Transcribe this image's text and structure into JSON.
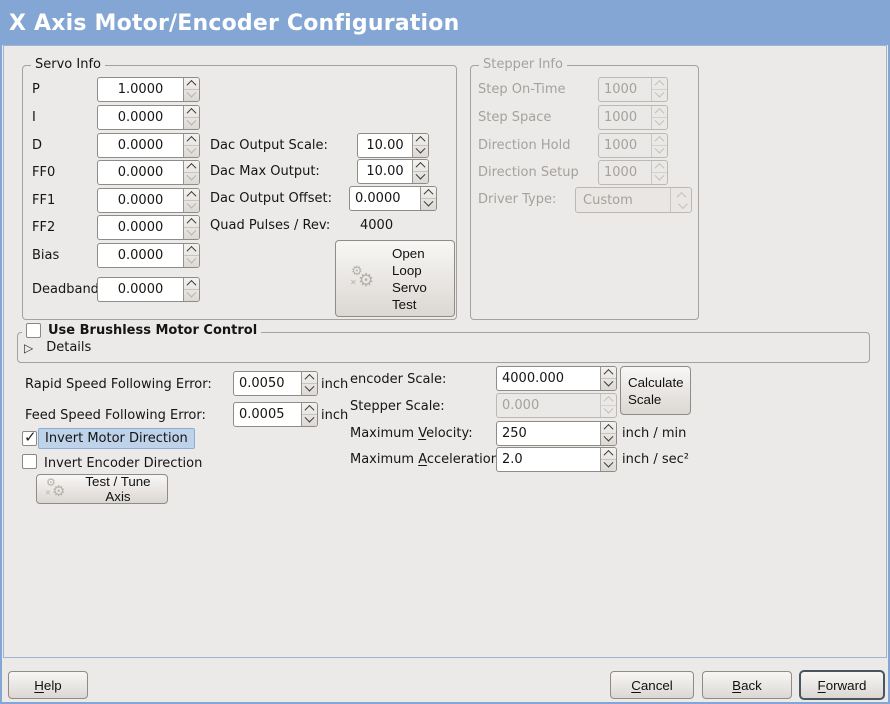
{
  "window": {
    "title": "X Axis Motor/Encoder Configuration"
  },
  "colors": {
    "titlebar_blue": "#83a6d4",
    "window_background": "#eceae8",
    "entry_background": "#ffffff",
    "focus_highlight": "#bed2e9",
    "disabled_text": "#a5a19d"
  },
  "icons": {
    "gear": "⚙",
    "gear_x": "✕",
    "check": "✓",
    "expander": "▷"
  },
  "servo": {
    "legend": "Servo Info",
    "rows": [
      {
        "label": "P",
        "value": "1.0000"
      },
      {
        "label": "I",
        "value": "0.0000"
      },
      {
        "label": "D",
        "value": "0.0000"
      },
      {
        "label": "FF0",
        "value": "0.0000"
      },
      {
        "label": "FF1",
        "value": "0.0000"
      },
      {
        "label": "FF2",
        "value": "0.0000"
      },
      {
        "label": "Bias",
        "value": "0.0000"
      },
      {
        "label": "Deadband",
        "value": "0.0000"
      }
    ],
    "dac": [
      {
        "label": "Dac Output Scale:",
        "value": "10.00"
      },
      {
        "label": "Dac Max Output:",
        "value": "10.00"
      },
      {
        "label": "Dac Output Offset:",
        "value": "0.0000"
      }
    ],
    "quad_label": "Quad Pulses / Rev:",
    "quad_value": "4000",
    "open_loop_button": "Open\nLoop\nServo\nTest"
  },
  "stepper": {
    "legend": "Stepper Info",
    "rows": [
      {
        "label": "Step On-Time",
        "value": "1000"
      },
      {
        "label": "Step Space",
        "value": "1000"
      },
      {
        "label": "Direction Hold",
        "value": "1000"
      },
      {
        "label": "Direction Setup",
        "value": "1000"
      }
    ],
    "driver_label": "Driver Type:",
    "driver_value": "Custom"
  },
  "brushless": {
    "title": "Use Brushless Motor Control",
    "details": "Details"
  },
  "ferror": {
    "rapid_label": "Rapid Speed Following Error:",
    "rapid_value": "0.0050",
    "rapid_unit": "inch",
    "feed_label": "Feed Speed Following Error:",
    "feed_value": "0.0005",
    "feed_unit": "inch"
  },
  "scale": {
    "encoder_label": "encoder Scale:",
    "encoder_value": "4000.000",
    "calculate_button": "Calculate\nScale",
    "stepper_label": "Stepper Scale:",
    "stepper_value": "0.000",
    "velocity_label": {
      "pre": "Maximum ",
      "mn": "V",
      "post": "elocity:"
    },
    "velocity_value": "250",
    "velocity_unit": "inch / min",
    "accel_label": {
      "pre": "Maximum ",
      "mn": "A",
      "post": "cceleration:"
    },
    "accel_value": "2.0",
    "accel_unit": "inch / sec²"
  },
  "options": {
    "invert_motor": "Invert Motor Direction",
    "invert_encoder": "Invert Encoder Direction",
    "test_button": "Test / Tune Axis"
  },
  "actions": {
    "help": {
      "pre": "",
      "mn": "H",
      "post": "elp"
    },
    "cancel": {
      "pre": "",
      "mn": "C",
      "post": "ancel"
    },
    "back": {
      "pre": "",
      "mn": "B",
      "post": "ack"
    },
    "forward": {
      "pre": "",
      "mn": "F",
      "post": "orward"
    }
  }
}
